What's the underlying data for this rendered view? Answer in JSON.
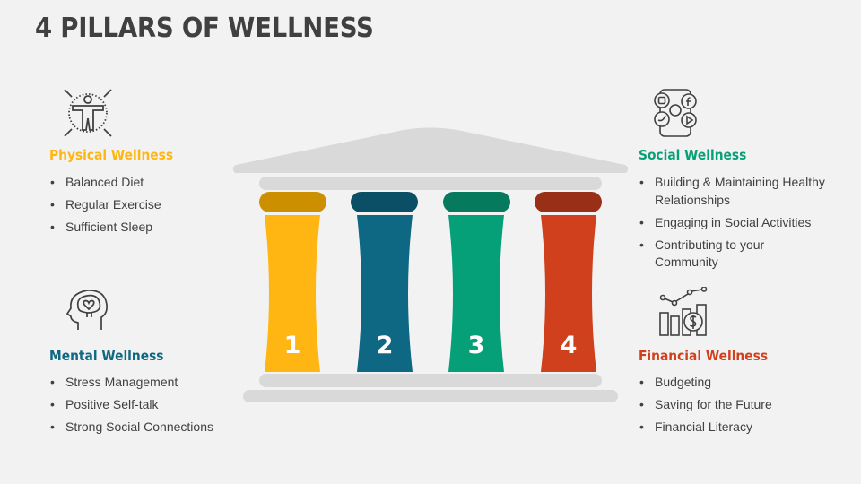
{
  "title": "4 PILLARS OF WELLNESS",
  "colors": {
    "background": "#f2f2f2",
    "structure_gray": "#d9d9d9",
    "text": "#404040",
    "pillar1": "#ffb612",
    "pillar1_cap": "#cc8f00",
    "pillar2": "#0e6783",
    "pillar2_cap": "#0b4f66",
    "pillar3": "#06a078",
    "pillar3_cap": "#067a5c",
    "pillar4": "#d0401c",
    "pillar4_cap": "#9a2f18"
  },
  "pillars": [
    {
      "number": "1",
      "color": "#ffb612"
    },
    {
      "number": "2",
      "color": "#0e6783"
    },
    {
      "number": "3",
      "color": "#06a078"
    },
    {
      "number": "4",
      "color": "#d0401c"
    }
  ],
  "sections": {
    "physical": {
      "heading": "Physical Wellness",
      "color": "#ffb612",
      "icon": "human-body-icon",
      "items": [
        "Balanced Diet",
        "Regular Exercise",
        "Sufficient Sleep"
      ]
    },
    "mental": {
      "heading": "Mental Wellness",
      "color": "#0e6783",
      "icon": "brain-heart-icon",
      "items": [
        "Stress Management",
        "Positive Self-talk",
        "Strong Social Connections"
      ]
    },
    "social": {
      "heading": "Social Wellness",
      "color": "#06a078",
      "icon": "social-media-phone-icon",
      "items": [
        "Building & Maintaining Healthy Relationships",
        "Engaging in Social Activities",
        "Contributing to your Community"
      ]
    },
    "financial": {
      "heading": "Financial Wellness",
      "color": "#d0401c",
      "icon": "financial-growth-icon",
      "items": [
        "Budgeting",
        "Saving for the Future",
        "Financial Literacy"
      ]
    }
  }
}
